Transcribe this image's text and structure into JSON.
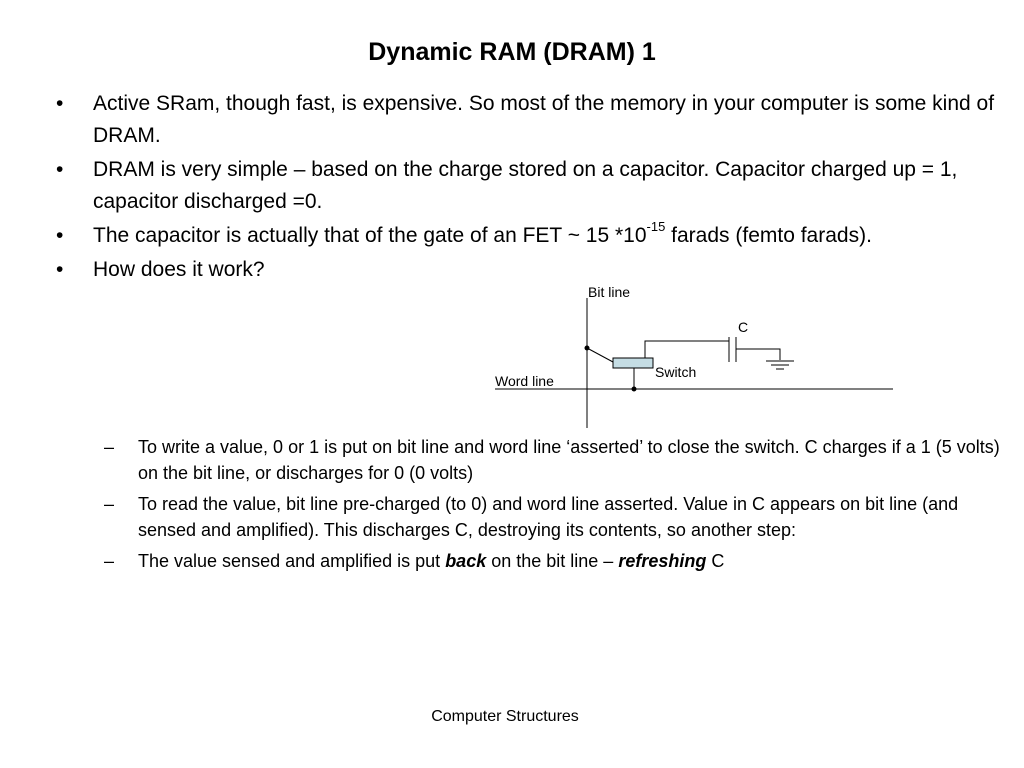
{
  "slide": {
    "title": "Dynamic RAM (DRAM) 1",
    "bullets": [
      {
        "mark": "•",
        "text": "Active SRam, though fast,  is expensive.  So most of the memory in your computer is some kind of DRAM."
      },
      {
        "mark": "•",
        "text": "DRAM is very simple – based on the charge stored on a capacitor. Capacitor charged up = 1, capacitor discharged =0."
      },
      {
        "mark": "•",
        "text_before": "The capacitor is actually that of the gate of an FET ~ 15 *10",
        "superscript": "-15",
        "text_after": " farads (femto farads)."
      },
      {
        "mark": "•",
        "text": "How does it work?"
      }
    ],
    "sub_bullets": [
      {
        "mark": "–",
        "text": "To write a value, 0 or 1 is put on bit line and word line ‘asserted’ to close the switch.  C charges if a 1 (5 volts) on the bit line, or discharges for 0 (0 volts)"
      },
      {
        "mark": "–",
        "text": "To read the value, bit line pre-charged (to 0) and word line asserted. Value in C appears on bit line (and sensed and amplified).  This discharges C, destroying its contents, so another step:"
      },
      {
        "mark": "–",
        "text_before": "The value sensed and amplified is put ",
        "emphasis_1": "back",
        "text_middle": " on the bit line – ",
        "emphasis_2": "refreshing",
        "text_after": " C"
      }
    ],
    "diagram": {
      "bit_line_label": "Bit line",
      "capacitor_label": "C",
      "switch_label": "Switch",
      "word_line_label": "Word line",
      "switch_fill": "#c5dde4"
    },
    "footer": "Computer Structures"
  }
}
